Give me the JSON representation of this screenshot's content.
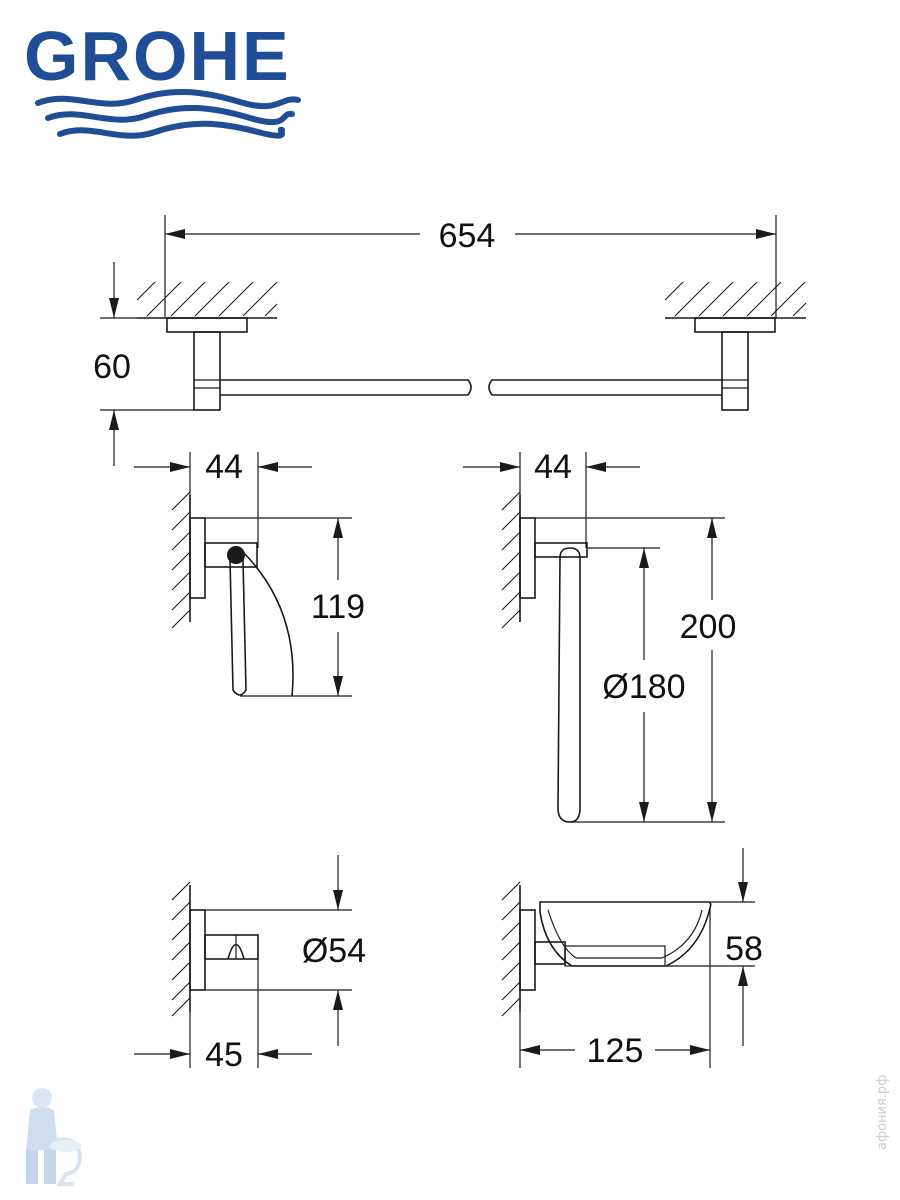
{
  "brand": {
    "name": "GROHE",
    "color": "#1f4e96"
  },
  "dimensions": {
    "towel_bar_width": "654",
    "towel_bar_height": "60",
    "holder_left_depth": "44",
    "holder_left_height": "119",
    "ring_depth": "44",
    "ring_height": "200",
    "ring_diameter": "Ø180",
    "hook_diameter": "Ø54",
    "hook_depth": "45",
    "soap_dish_height": "58",
    "soap_dish_depth": "125"
  },
  "watermark": {
    "text": "афония.рф",
    "color": "#c9cdd2"
  },
  "icons": {
    "mascot": "plumber-mascot-icon"
  }
}
